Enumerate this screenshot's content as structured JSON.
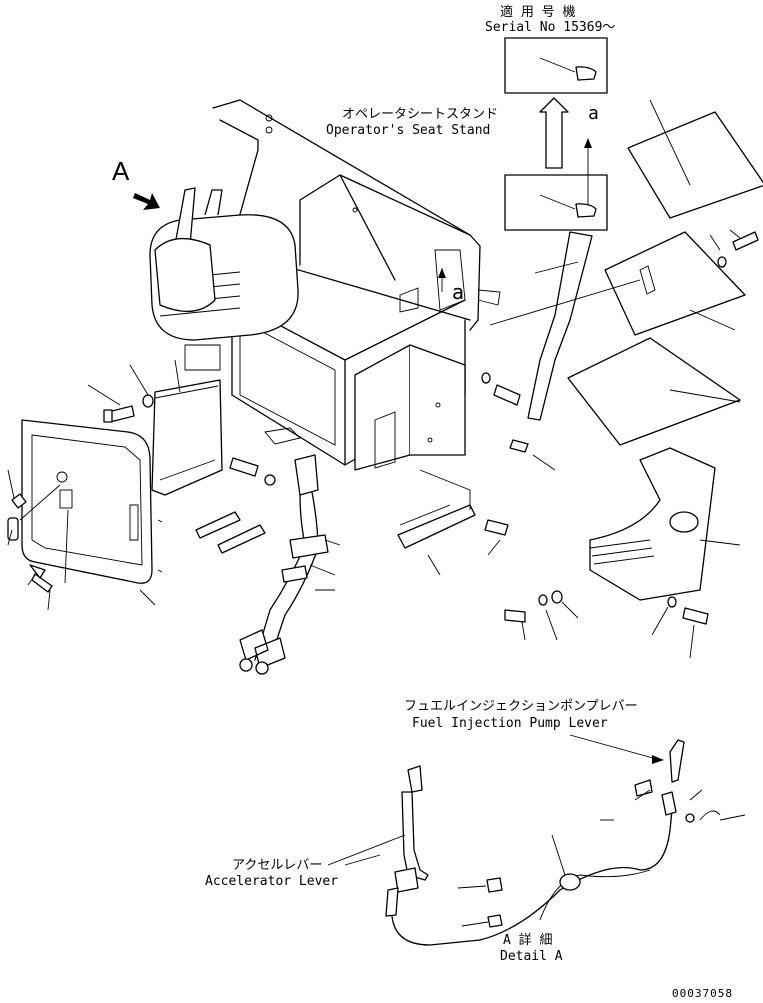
{
  "labels": {
    "serial_jp": "適 用 号 機",
    "serial_en": "Serial No 15369～",
    "seat_stand_jp": "オペレータシートスタンド",
    "seat_stand_en": "Operator's Seat Stand",
    "fuel_lever_jp": "フュエルインジェクションポンプレバー",
    "fuel_lever_en": "Fuel Injection Pump Lever",
    "accel_lever_jp": "アクセルレバー",
    "accel_lever_en": "Accelerator Lever",
    "detail_jp": "A 詳 細",
    "detail_en": "Detail A",
    "view_a": "A",
    "ref_a_small": "a",
    "drawing_no": "00037058"
  }
}
